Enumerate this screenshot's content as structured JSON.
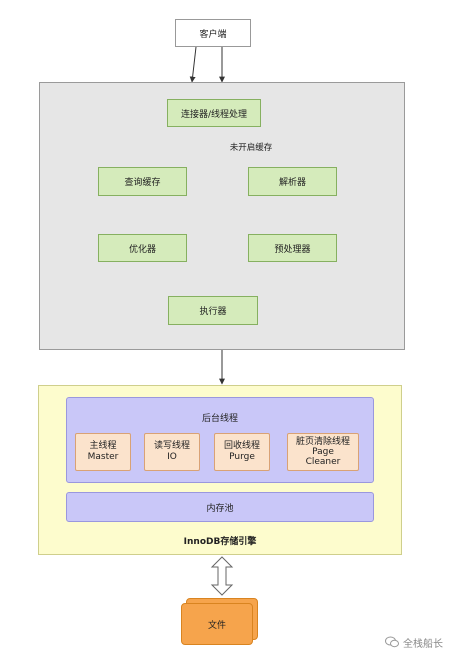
{
  "client": {
    "label": "客户端"
  },
  "server": {
    "connector": "连接器/线程处理",
    "cache_note": "未开启缓存",
    "query_cache": "查询缓存",
    "parser": "解析器",
    "optimizer": "优化器",
    "preprocessor": "预处理器",
    "executor": "执行器"
  },
  "storage": {
    "title": "InnoDB存储引擎",
    "background_threads": "后台线程",
    "threads": [
      {
        "line1": "主线程",
        "line2": "Master",
        "line3": ""
      },
      {
        "line1": "读写线程",
        "line2": "IO",
        "line3": ""
      },
      {
        "line1": "回收线程",
        "line2": "Purge",
        "line3": ""
      },
      {
        "line1": "脏页清除线程",
        "line2": "Page",
        "line3": "Cleaner"
      }
    ],
    "buffer_pool": "内存池"
  },
  "file": {
    "label": "文件"
  },
  "watermark": {
    "label": "全栈船长",
    "icon": "wechat-icon"
  }
}
